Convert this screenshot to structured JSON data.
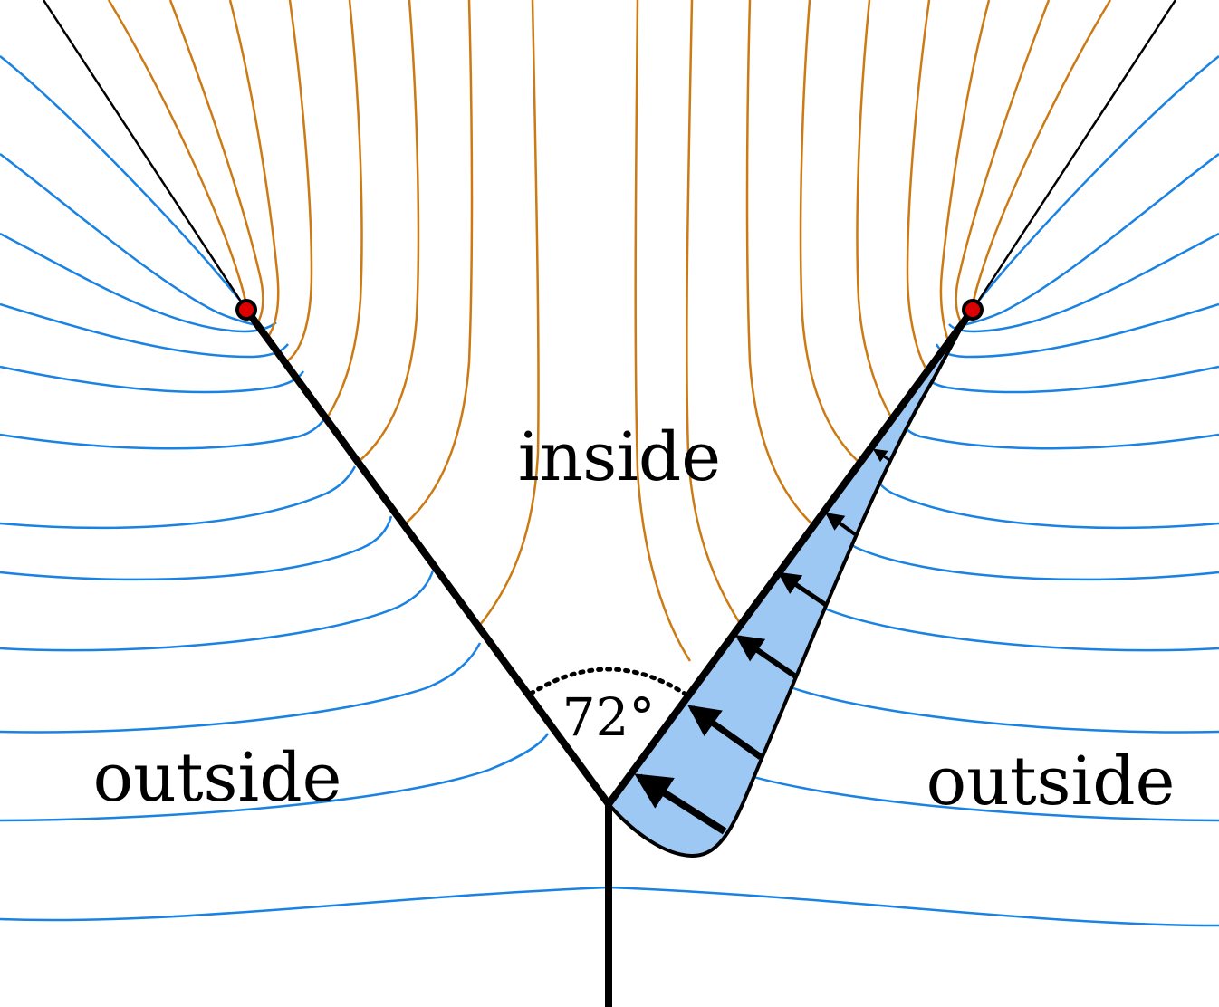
{
  "labels": {
    "inside": "inside",
    "outside_left": "outside",
    "outside_right": "outside",
    "angle": "72°"
  },
  "colors": {
    "field_lines": "#1a82e2",
    "equipotential_lines": "#cc7a14",
    "shaded_region": "#9ec8f4",
    "structure": "#000000",
    "point_charge": "#dd0000"
  },
  "angle_degrees": 72
}
